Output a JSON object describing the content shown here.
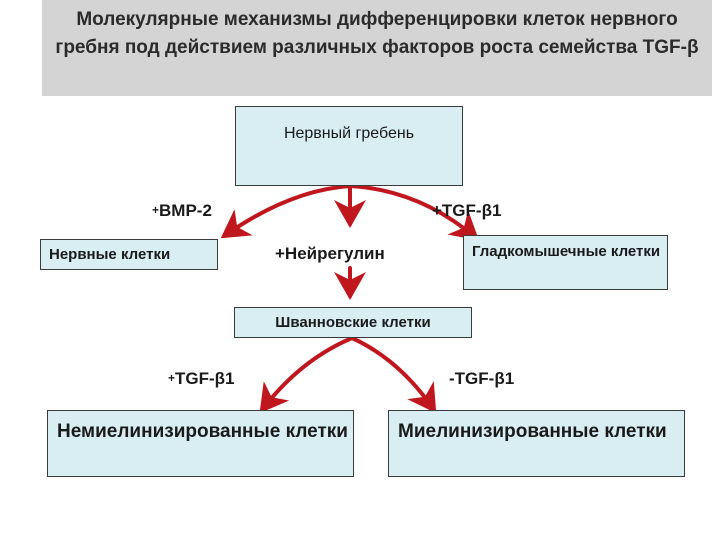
{
  "title": "Молекулярные механизмы дифференцировки клеток нервного гребня под действием различных факторов роста семейства TGF-β",
  "nodes": {
    "root": "Нервный гребень",
    "nerve_cells": "Нервные клетки",
    "smooth_muscle": "Гладкомышечные клетки",
    "schwann": "Шванновские клетки",
    "unmyelinated": "Немиелинизированные клетки",
    "myelinated": "Миелинизированные клетки"
  },
  "labels": {
    "bmp2_sign": "+",
    "bmp2": "BMP-2",
    "tgf_top": "+TGF-β1",
    "neuregulin": "+Нейрегулин",
    "tgf_left_sign": "+",
    "tgf_left": "TGF-β1",
    "tgf_right": "-TGF-β1"
  },
  "colors": {
    "arrow": "#c0161d",
    "box_fill": "#d8eef3",
    "title_band": "#d4d4d4"
  }
}
